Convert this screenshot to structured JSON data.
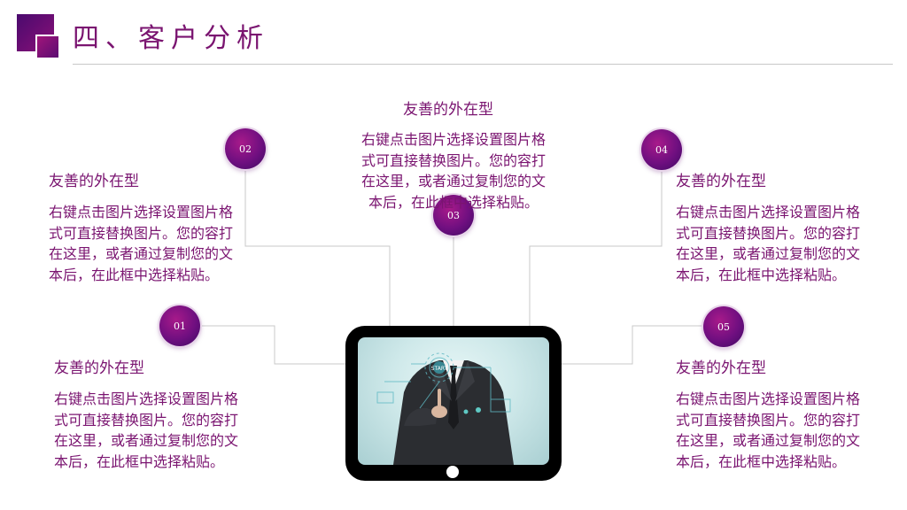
{
  "header": {
    "title": "四、客户分析"
  },
  "cards": [
    {
      "number": "01",
      "title": "友善的外在型",
      "body": "右键点击图片选择设置图片格式可直接替换图片。您的容打在这里，或者通过复制您的文本后，在此框中选择粘贴。"
    },
    {
      "number": "02",
      "title": "友善的外在型",
      "body": "右键点击图片选择设置图片格式可直接替换图片。您的容打在这里，或者通过复制您的文本后，在此框中选择粘贴。"
    },
    {
      "number": "03",
      "title": "友善的外在型",
      "body": "右键点击图片选择设置图片格式可直接替换图片。您的容打在这里，或者通过复制您的文本后，在此框中选择粘贴。"
    },
    {
      "number": "04",
      "title": "友善的外在型",
      "body": "右键点击图片选择设置图片格式可直接替换图片。您的容打在这里，或者通过复制您的文本后，在此框中选择粘贴。"
    },
    {
      "number": "05",
      "title": "友善的外在型",
      "body": "右键点击图片选择设置图片格式可直接替换图片。您的容打在这里，或者通过复制您的文本后，在此框中选择粘贴。"
    }
  ],
  "image": {
    "button_label": "START"
  },
  "colors": {
    "accent": "#7a1470",
    "badge_dark": "#3e0a62",
    "line": "#c8c8c8"
  }
}
